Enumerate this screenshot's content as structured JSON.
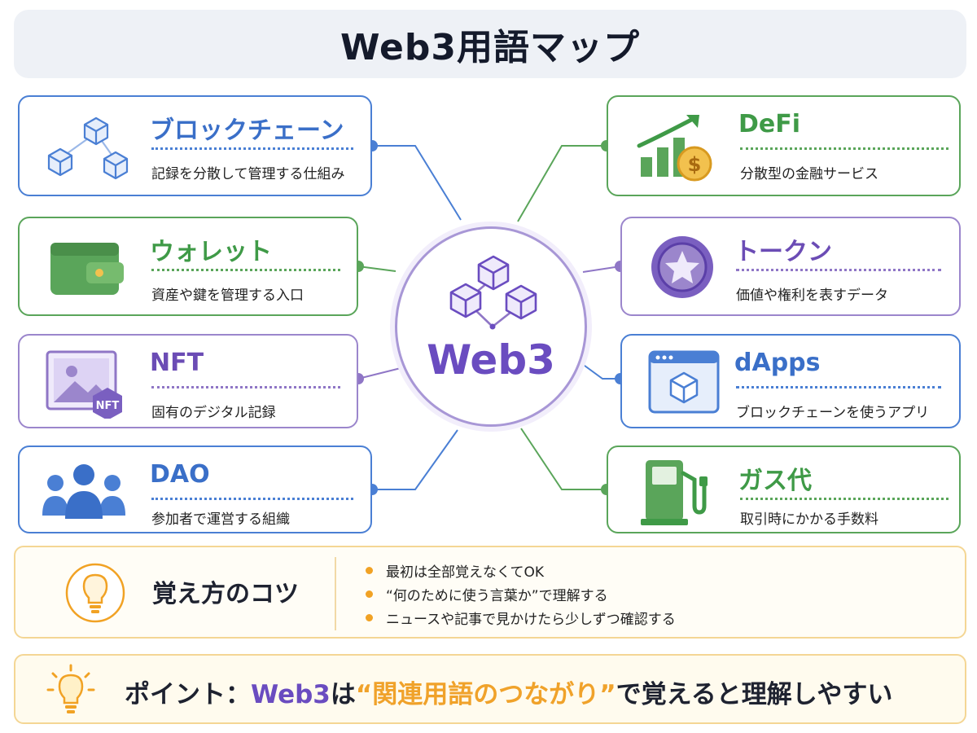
{
  "title": "Web3用語マップ",
  "hub": {
    "label": "Web3",
    "icon": "blockchain-cubes-icon"
  },
  "terms": [
    {
      "id": "blockchain",
      "title": "ブロックチェーン",
      "desc": "記録を分散して管理する仕組み",
      "icon": "blockchain-cubes-icon",
      "color": "#4a7fd4"
    },
    {
      "id": "wallet",
      "title": "ウォレット",
      "desc": "資産や鍵を管理する入口",
      "icon": "wallet-icon",
      "color": "#5aa55a"
    },
    {
      "id": "nft",
      "title": "NFT",
      "desc": "固有のデジタル記録",
      "icon": "nft-image-icon",
      "icon_badge": "NFT",
      "color": "#8f76c6"
    },
    {
      "id": "dao",
      "title": "DAO",
      "desc": "参加者で運営する組織",
      "icon": "people-group-icon",
      "color": "#4a7fd4"
    },
    {
      "id": "defi",
      "title": "DeFi",
      "desc": "分散型の金融サービス",
      "icon": "growth-chart-coin-icon",
      "coin_symbol": "$",
      "color": "#5aa55a"
    },
    {
      "id": "token",
      "title": "トークン",
      "desc": "価値や権利を表すデータ",
      "icon": "star-coin-icon",
      "color": "#8f76c6"
    },
    {
      "id": "dapps",
      "title": "dApps",
      "desc": "ブロックチェーンを使うアプリ",
      "icon": "browser-cube-icon",
      "color": "#4a7fd4"
    },
    {
      "id": "gas",
      "title": "ガス代",
      "desc": "取引時にかかる手数料",
      "icon": "fuel-pump-icon",
      "color": "#5aa55a"
    }
  ],
  "tips": {
    "heading": "覚え方のコツ",
    "icon": "lightbulb-icon",
    "items": [
      "最初は全部覚えなくてOK",
      "“何のために使う言葉か”で理解する",
      "ニュースや記事で見かけたら少しずつ確認する"
    ]
  },
  "point": {
    "icon": "lightbulb-icon",
    "prefix": "ポイント：",
    "accent": "Web3",
    "particle": "は",
    "quote": "“関連用語のつながり”",
    "suffix": "で覚えると理解しやすい"
  },
  "colors": {
    "blue": "#4a7fd4",
    "green": "#5aa55a",
    "purple": "#8f76c6",
    "hub": "#6a4cc0",
    "tip": "#f1a224"
  }
}
